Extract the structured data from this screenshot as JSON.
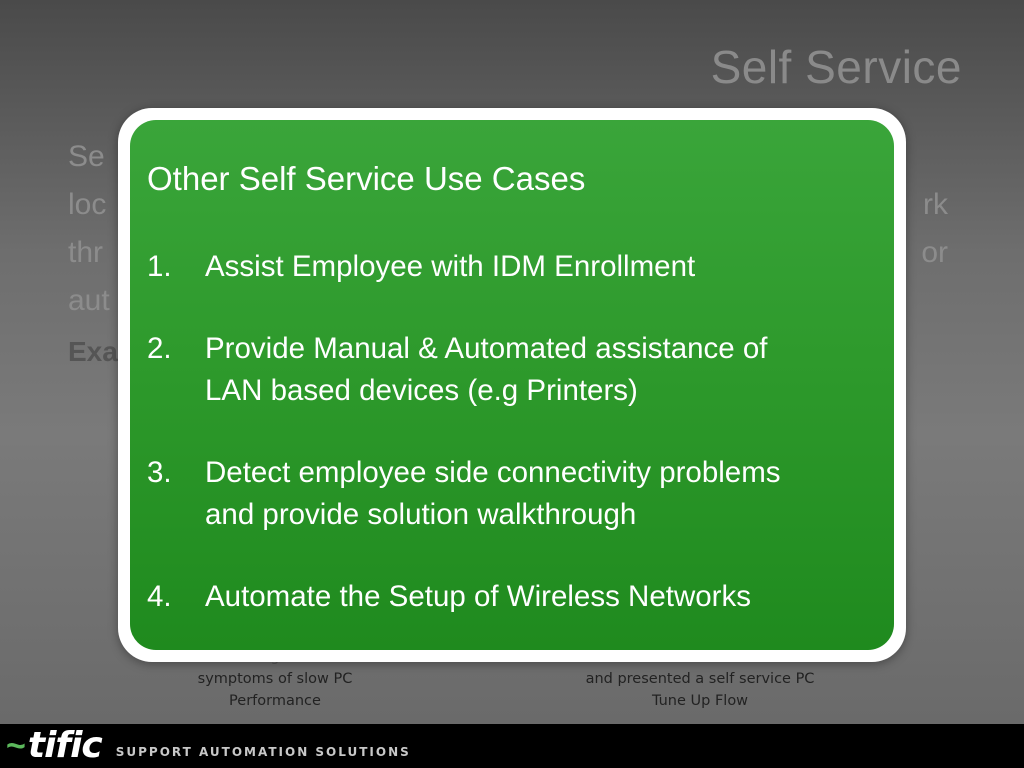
{
  "background_slide": {
    "title": "Self Service",
    "body_lines": [
      [
        "Se",
        ""
      ],
      [
        "loc",
        "rk"
      ],
      [
        "thr",
        "or"
      ],
      [
        "aut",
        ""
      ]
    ],
    "example_label": "Exa",
    "captions": {
      "left_partial": "g",
      "left": [
        "symptoms of slow PC",
        "Performance"
      ],
      "right": [
        "and presented a self service PC",
        "Tune Up Flow"
      ]
    }
  },
  "popup": {
    "title": "Other Self Service Use Cases",
    "items": [
      {
        "num": "1.",
        "lines": [
          "Assist Employee with IDM Enrollment"
        ]
      },
      {
        "num": "2.",
        "lines": [
          "Provide Manual & Automated assistance of",
          "LAN based devices (e.g Printers)"
        ]
      },
      {
        "num": "3.",
        "lines": [
          "Detect employee side connectivity problems",
          "and provide solution walkthrough"
        ]
      },
      {
        "num": "4.",
        "lines": [
          "Automate the Setup of Wireless Networks"
        ]
      }
    ],
    "colors": {
      "frame": "#ffffff",
      "fill_top": "#3aa53a",
      "fill_bottom": "#1f8a1e"
    }
  },
  "footer": {
    "logo_tilde": "~",
    "logo_word": "tific",
    "tagline": "SUPPORT AUTOMATION SOLUTIONS"
  }
}
